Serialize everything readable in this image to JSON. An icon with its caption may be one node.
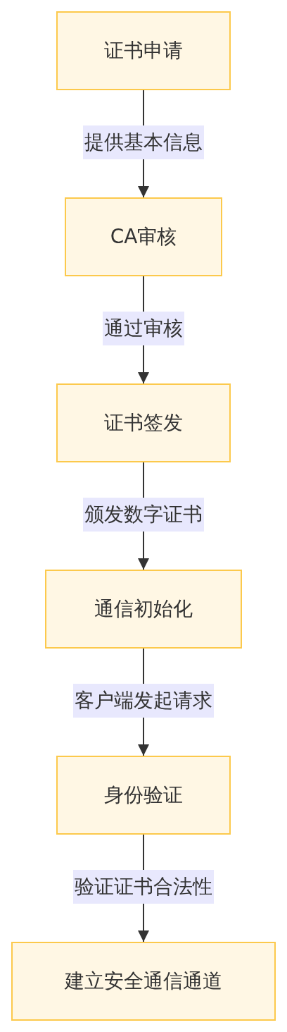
{
  "diagram": {
    "nodes": [
      {
        "text": [
          "证书申请"
        ]
      },
      {
        "text": [
          "CA审核"
        ]
      },
      {
        "text": [
          "证书签发"
        ]
      },
      {
        "text": [
          "通信初始化"
        ]
      },
      {
        "text": [
          "身份验证"
        ]
      },
      {
        "text": [
          "建立安全通信通道"
        ]
      }
    ],
    "edges": [
      {
        "from": 0,
        "to": 1,
        "arrow": "to",
        "label": "提供基本信息"
      },
      {
        "from": 1,
        "to": 2,
        "arrow": "to",
        "label": "通过审核"
      },
      {
        "from": 2,
        "to": 3,
        "arrow": "to",
        "label": "颁发数字证书"
      },
      {
        "from": 3,
        "to": 4,
        "arrow": "to",
        "label": "客户端发起请求"
      },
      {
        "from": 4,
        "to": 5,
        "arrow": "to",
        "label": "验证证书合法性"
      }
    ]
  }
}
